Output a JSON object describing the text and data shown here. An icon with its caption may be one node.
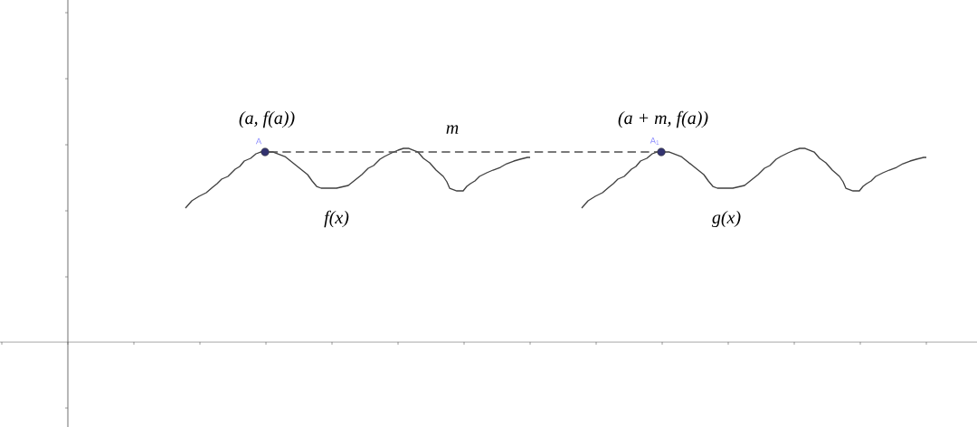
{
  "diagram": {
    "nodes": [
      {
        "text": [],
        "shape": "circle",
        "beside": [
          "A",
          "(a, f(a))"
        ]
      },
      {
        "text": [],
        "shape": "circle",
        "beside": [
          "A$_{1}$",
          "(a + m, f(a))"
        ]
      }
    ],
    "edges": [
      {
        "from": 0,
        "to": 1,
        "arrow": "none",
        "style": "dashed",
        "label": "m"
      }
    ],
    "labels": [
      "f(x)",
      "g(x)"
    ]
  }
}
